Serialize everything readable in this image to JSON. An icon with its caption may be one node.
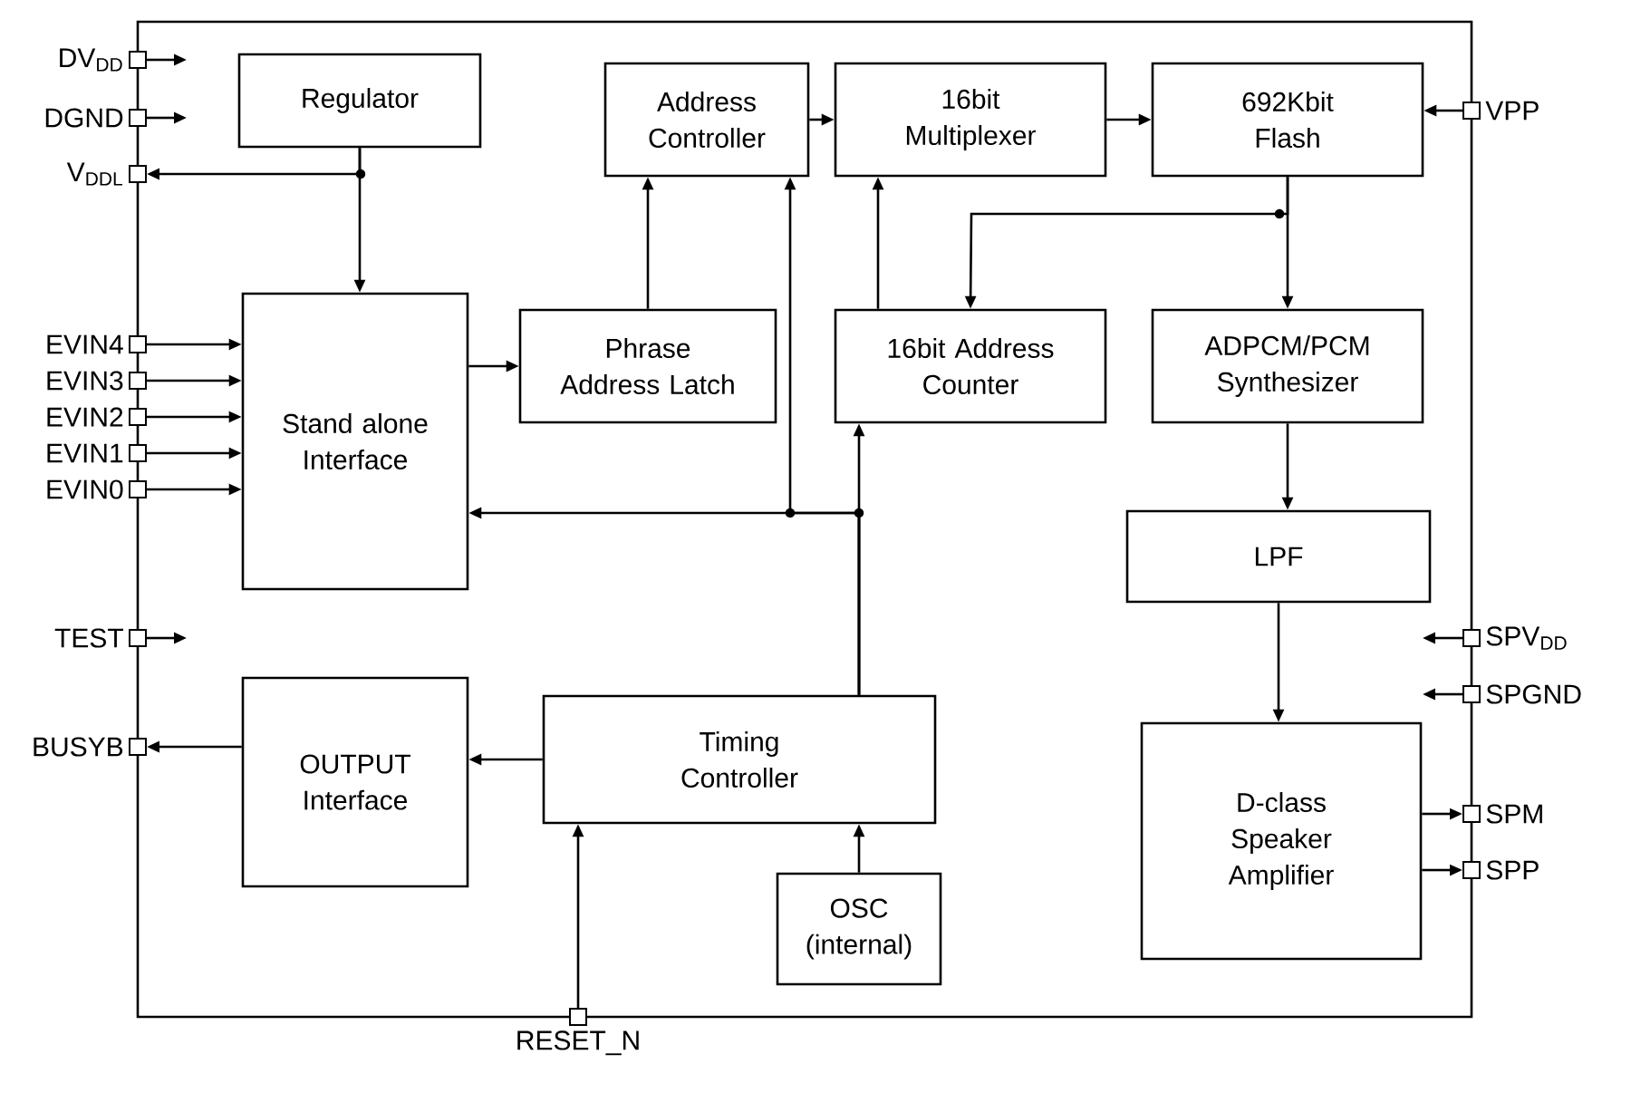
{
  "diagram": {
    "nodes": [
      {
        "text": [],
        "shape": "box"
      },
      {
        "text": [
          "DV$_{DD}$"
        ]
      },
      {
        "text": [
          "DGND"
        ]
      },
      {
        "text": [
          "V$_{DDL}$"
        ]
      },
      {
        "text": [
          "EVIN4"
        ]
      },
      {
        "text": [
          "EVIN3"
        ]
      },
      {
        "text": [
          "EVIN2"
        ]
      },
      {
        "text": [
          "EVIN1"
        ]
      },
      {
        "text": [
          "EVIN0"
        ]
      },
      {
        "text": [
          "TEST"
        ]
      },
      {
        "text": [
          "BUSYB"
        ]
      },
      {
        "text": [
          "RESET_N"
        ]
      },
      {
        "text": [
          "VPP"
        ]
      },
      {
        "text": [
          "SPV$_{DD}$"
        ]
      },
      {
        "text": [
          "SPGND"
        ]
      },
      {
        "text": [
          "SPM"
        ]
      },
      {
        "text": [
          "SPP"
        ]
      },
      {
        "text": [
          "Regulator"
        ],
        "in": 0
      },
      {
        "text": [
          "Address Controller"
        ],
        "in": 0
      },
      {
        "text": [
          "16bit Multiplexer"
        ],
        "in": 0
      },
      {
        "text": [
          "692Kbit Flash"
        ],
        "in": 0
      },
      {
        "text": [
          "Stand alone Interface"
        ],
        "in": 0
      },
      {
        "text": [
          "Phrase Address Latch"
        ],
        "in": 0
      },
      {
        "text": [
          "16bit Address Counter"
        ],
        "in": 0
      },
      {
        "text": [
          "ADPCM/PCM Synthesizer"
        ],
        "in": 0
      },
      {
        "text": [
          "LPF"
        ],
        "in": 0
      },
      {
        "text": [
          "OUTPUT Interface"
        ],
        "in": 0
      },
      {
        "text": [
          "Timing Controller"
        ],
        "in": 0
      },
      {
        "text": [
          "D-class Speaker Amplifier"
        ],
        "in": 0
      },
      {
        "text": [
          "OSC (internal)"
        ],
        "in": 0
      }
    ],
    "edges": [
      {
        "from": 17,
        "to": 3,
        "arrow": "to"
      },
      {
        "from": 17,
        "to": 21,
        "arrow": "to"
      },
      {
        "from": 4,
        "to": 21,
        "arrow": "to"
      },
      {
        "from": 5,
        "to": 21,
        "arrow": "to"
      },
      {
        "from": 6,
        "to": 21,
        "arrow": "to"
      },
      {
        "from": 7,
        "to": 21,
        "arrow": "to"
      },
      {
        "from": 8,
        "to": 21,
        "arrow": "to"
      },
      {
        "from": 21,
        "to": 22,
        "arrow": "to"
      },
      {
        "from": 22,
        "to": 18,
        "arrow": "to"
      },
      {
        "from": 18,
        "to": 19,
        "arrow": "to"
      },
      {
        "from": 19,
        "to": 20,
        "arrow": "to"
      },
      {
        "from": 12,
        "to": 20,
        "arrow": "to"
      },
      {
        "from": 20,
        "to": 23,
        "arrow": "to"
      },
      {
        "from": 20,
        "to": 24,
        "arrow": "to"
      },
      {
        "from": 23,
        "to": 19,
        "arrow": "to"
      },
      {
        "from": 27,
        "to": 23,
        "arrow": "to"
      },
      {
        "from": 27,
        "to": 18,
        "arrow": "to"
      },
      {
        "from": 27,
        "to": 21,
        "arrow": "to"
      },
      {
        "from": 27,
        "to": 26,
        "arrow": "to"
      },
      {
        "from": 26,
        "to": 10,
        "arrow": "to"
      },
      {
        "from": 11,
        "to": 27,
        "arrow": "to"
      },
      {
        "from": 29,
        "to": 27,
        "arrow": "to"
      },
      {
        "from": 24,
        "to": 25,
        "arrow": "to"
      },
      {
        "from": 25,
        "to": 28,
        "arrow": "to"
      },
      {
        "from": 28,
        "to": 15,
        "arrow": "to"
      },
      {
        "from": 28,
        "to": 16,
        "arrow": "to"
      },
      {
        "from": 1,
        "to": null,
        "arrow": "to"
      },
      {
        "from": 2,
        "to": null,
        "arrow": "to"
      },
      {
        "from": 9,
        "to": null,
        "arrow": "to"
      },
      {
        "from": 13,
        "to": null,
        "arrow": "to"
      },
      {
        "from": 14,
        "to": null,
        "arrow": "to"
      }
    ]
  }
}
